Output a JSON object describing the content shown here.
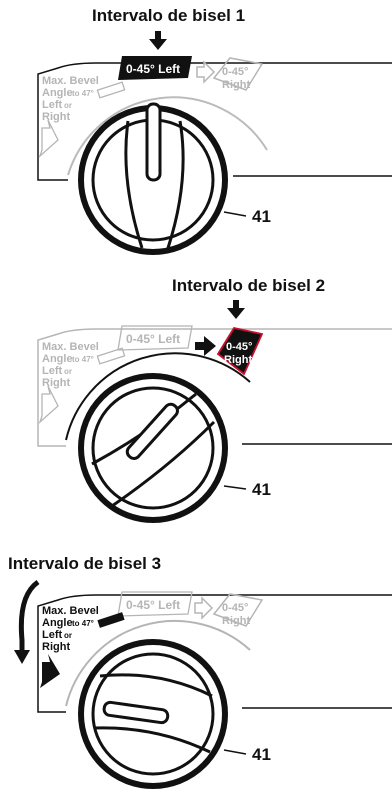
{
  "panels": [
    {
      "title": "Intervalo de bisel 1",
      "zones": {
        "max_line1": "Max. Bevel",
        "max_line2_a": "Angle",
        "max_line2_b": "to 47°",
        "max_line3_a": "Left",
        "max_line3_b": "or",
        "max_line4": "Right",
        "left_zone": "0-45° Left",
        "right_zone_line1": "0-45°",
        "right_zone_line2": "Right"
      },
      "active_zone": "left",
      "knob_number": "41"
    },
    {
      "title": "Intervalo de bisel 2",
      "zones": {
        "max_line1": "Max. Bevel",
        "max_line2_a": "Angle",
        "max_line2_b": "to 47°",
        "max_line3_a": "Left",
        "max_line3_b": "or",
        "max_line4": "Right",
        "left_zone": "0-45° Left",
        "right_zone_line1": "0-45°",
        "right_zone_line2": "Right"
      },
      "active_zone": "right",
      "knob_number": "41"
    },
    {
      "title": "Intervalo de bisel 3",
      "zones": {
        "max_line1": "Max. Bevel",
        "max_line2_a": "Angle",
        "max_line2_b": "to 47°",
        "max_line3_a": "Left",
        "max_line3_b": "or",
        "max_line4": "Right",
        "left_zone": "0-45° Left",
        "right_zone_line1": "0-45°",
        "right_zone_line2": "Right"
      },
      "active_zone": "max",
      "knob_number": "41"
    }
  ],
  "colors": {
    "ink": "#111111",
    "grey": "#b5b5b5",
    "accent": "#c8102e"
  }
}
